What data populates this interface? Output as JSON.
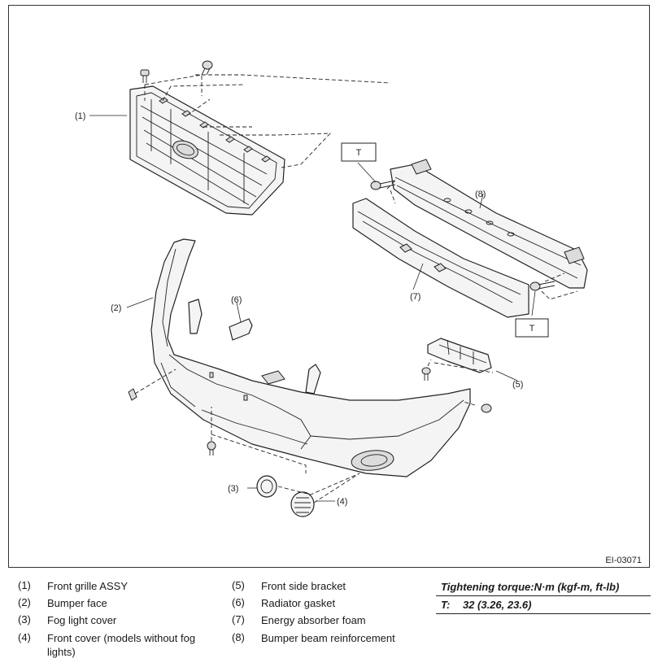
{
  "diagram": {
    "code": "EI-03071",
    "callouts": [
      "(1)",
      "(2)",
      "(3)",
      "(4)",
      "(5)",
      "(6)",
      "(7)",
      "(8)"
    ],
    "torque_tag": "T"
  },
  "legend": [
    {
      "num": "(1)",
      "text": "Front grille ASSY"
    },
    {
      "num": "(2)",
      "text": "Bumper face"
    },
    {
      "num": "(3)",
      "text": "Fog light cover"
    },
    {
      "num": "(4)",
      "text": "Front cover (models without fog lights)"
    },
    {
      "num": "(5)",
      "text": "Front side bracket"
    },
    {
      "num": "(6)",
      "text": "Radiator gasket"
    },
    {
      "num": "(7)",
      "text": "Energy absorber foam"
    },
    {
      "num": "(8)",
      "text": "Bumper beam reinforcement"
    }
  ],
  "torque": {
    "heading": "Tightening torque:N·m (kgf-m, ft-lb)",
    "label": "T:",
    "value": "32 (3.26, 23.6)"
  }
}
